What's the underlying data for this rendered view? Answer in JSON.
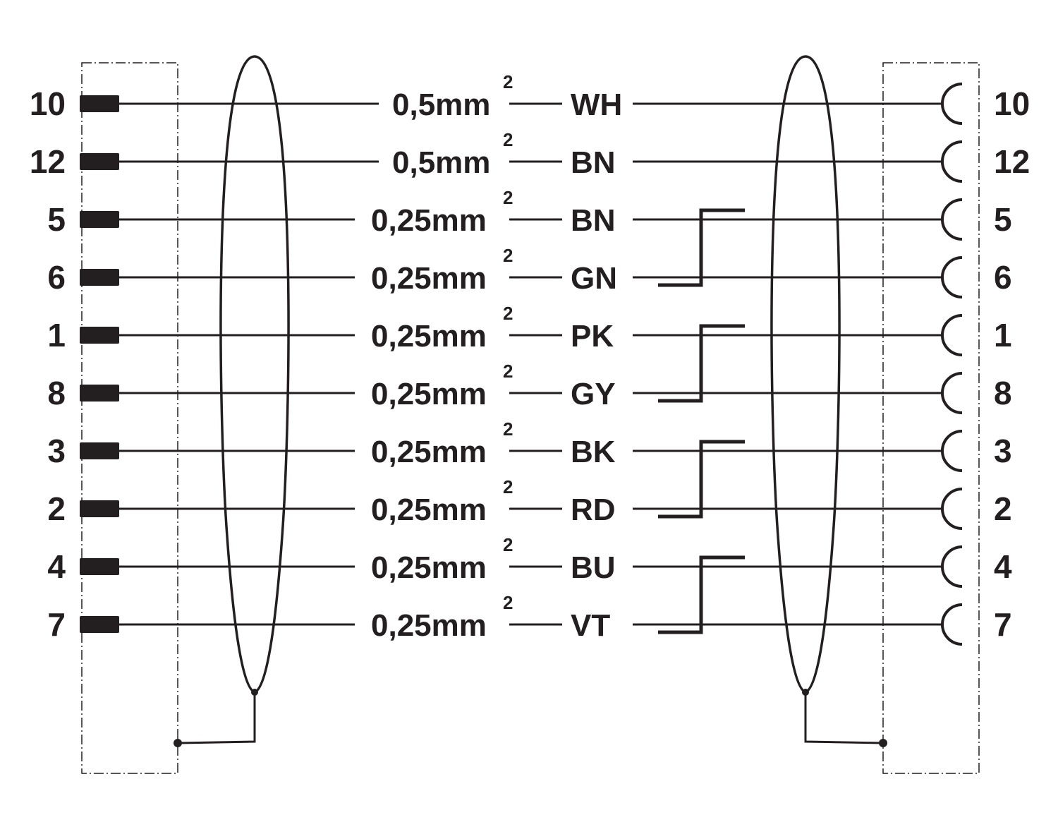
{
  "wires": [
    {
      "left_pin": "10",
      "size": "0,5mm",
      "exp": "2",
      "color": "WH",
      "right_pin": "10"
    },
    {
      "left_pin": "12",
      "size": "0,5mm",
      "exp": "2",
      "color": "BN",
      "right_pin": "12"
    },
    {
      "left_pin": "5",
      "size": "0,25mm",
      "exp": "2",
      "color": "BN",
      "right_pin": "5"
    },
    {
      "left_pin": "6",
      "size": "0,25mm",
      "exp": "2",
      "color": "GN",
      "right_pin": "6"
    },
    {
      "left_pin": "1",
      "size": "0,25mm",
      "exp": "2",
      "color": "PK",
      "right_pin": "1"
    },
    {
      "left_pin": "8",
      "size": "0,25mm",
      "exp": "2",
      "color": "GY",
      "right_pin": "8"
    },
    {
      "left_pin": "3",
      "size": "0,25mm",
      "exp": "2",
      "color": "BK",
      "right_pin": "3"
    },
    {
      "left_pin": "2",
      "size": "0,25mm",
      "exp": "2",
      "color": "RD",
      "right_pin": "2"
    },
    {
      "left_pin": "4",
      "size": "0,25mm",
      "exp": "2",
      "color": "BU",
      "right_pin": "4"
    },
    {
      "left_pin": "7",
      "size": "0,25mm",
      "exp": "2",
      "color": "VT",
      "right_pin": "7"
    }
  ],
  "twisted_pairs": [
    [
      2,
      3
    ],
    [
      4,
      5
    ],
    [
      6,
      7
    ],
    [
      8,
      9
    ]
  ],
  "line_color": "#231f20"
}
